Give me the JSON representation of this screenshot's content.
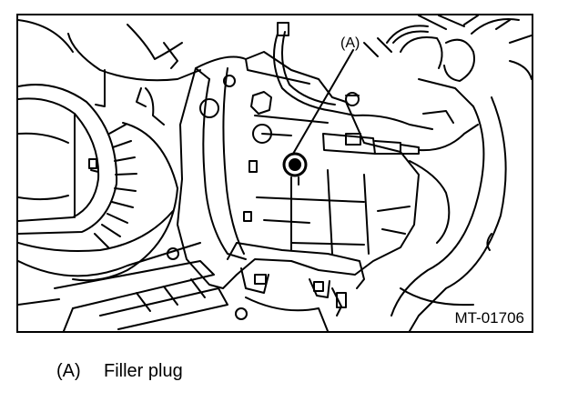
{
  "callout": {
    "label": "(A)"
  },
  "figure": {
    "code": "MT-01706"
  },
  "legend": [
    {
      "key": "(A)",
      "text": "Filler plug"
    }
  ],
  "colors": {
    "ink": "#000000",
    "paper": "#ffffff"
  }
}
